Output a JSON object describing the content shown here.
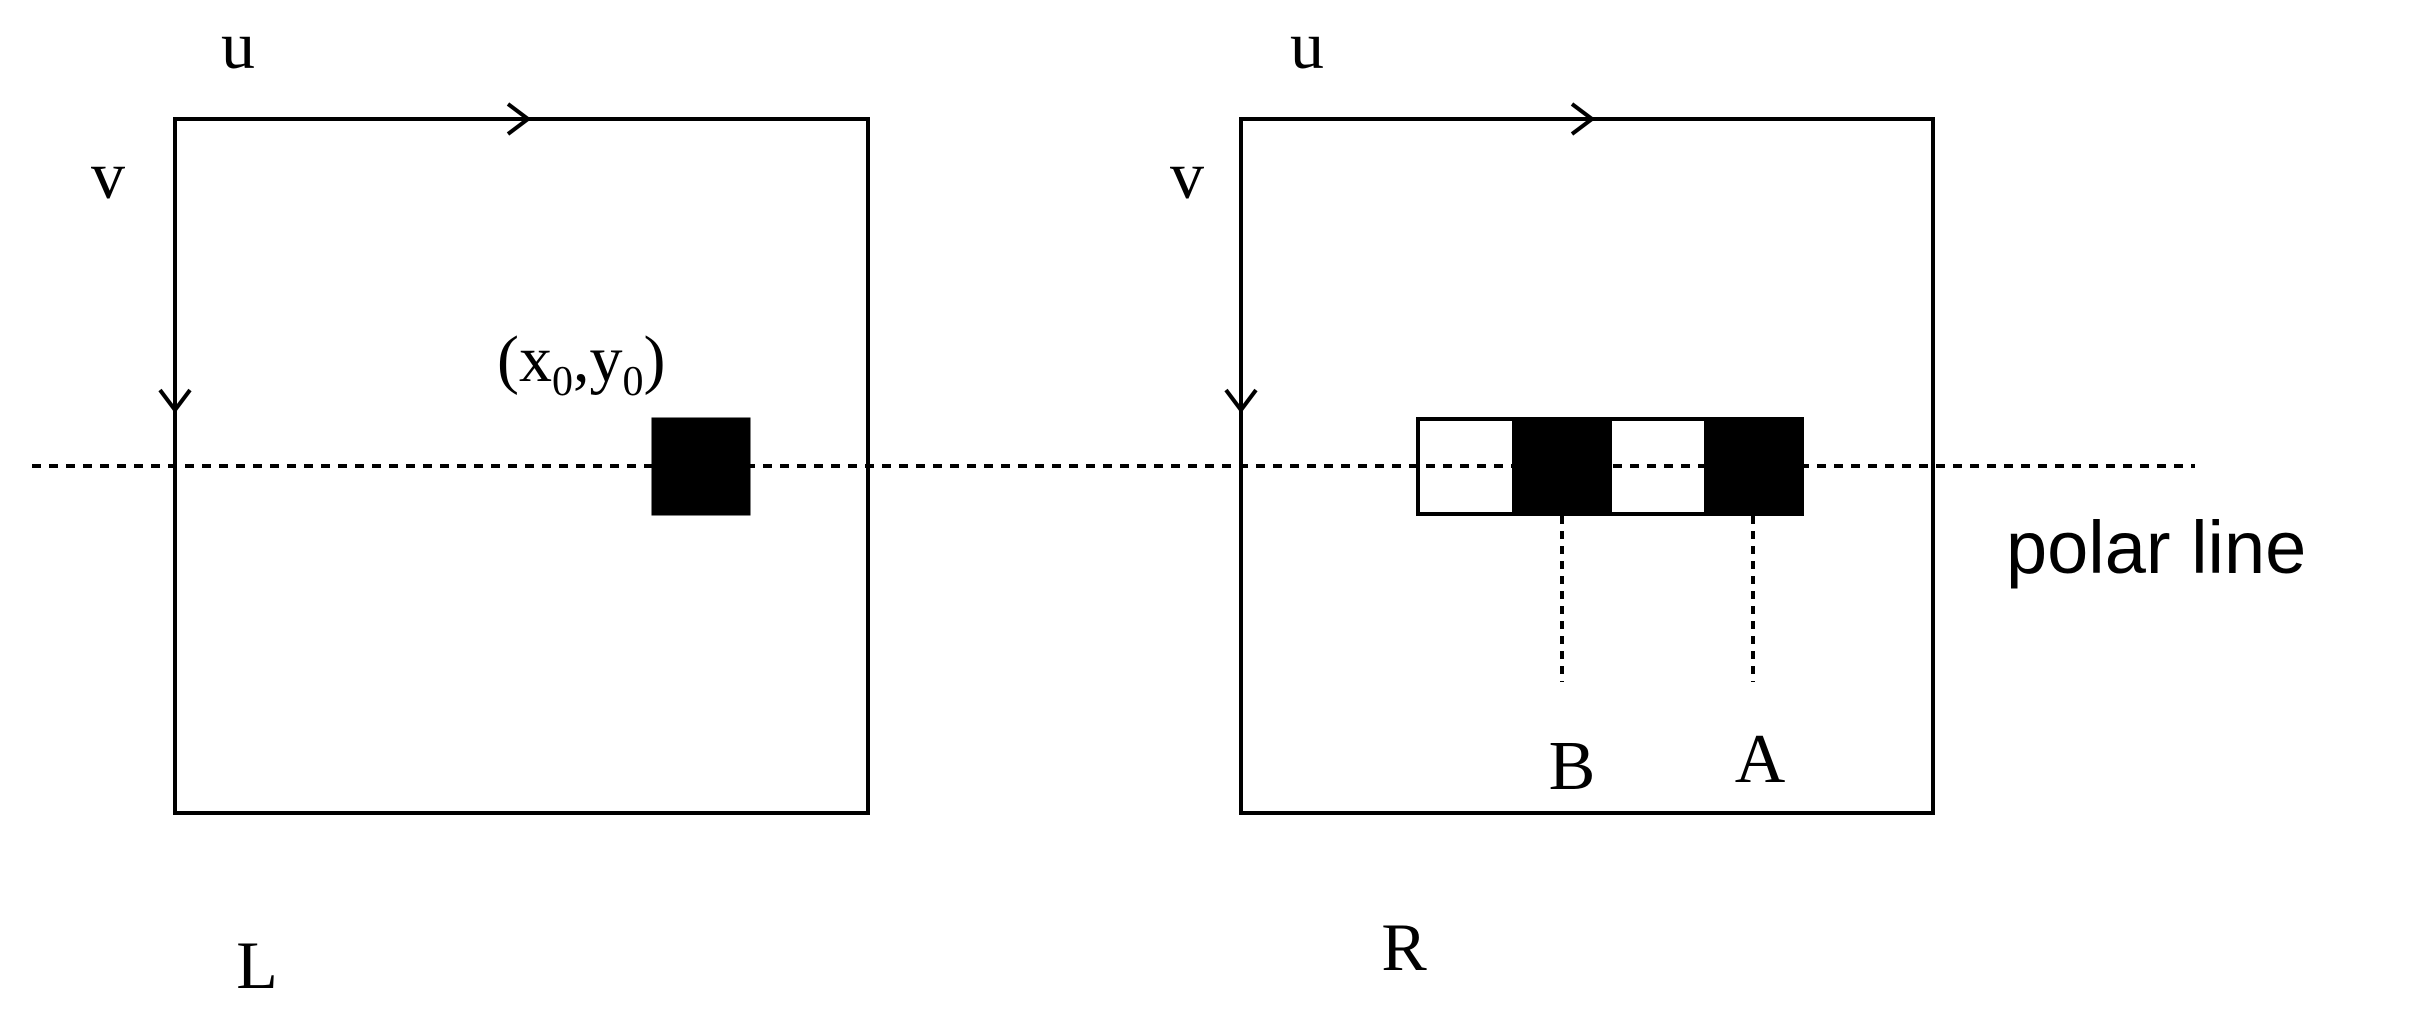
{
  "colors": {
    "stroke": "#000000",
    "fill_dark": "#000000",
    "fill_light": "#ffffff",
    "background": "#ffffff"
  },
  "left_image": {
    "axis_u": "u",
    "axis_v": "v",
    "name": "L",
    "point_label": {
      "open": "(x",
      "sub0": "0",
      "mid": ",y",
      "sub1": "0",
      "close": ")"
    }
  },
  "right_image": {
    "axis_u": "u",
    "axis_v": "v",
    "name": "R",
    "candidate_b": "B",
    "candidate_a": "A",
    "strip_pattern": [
      "light",
      "dark",
      "light",
      "dark"
    ]
  },
  "polar_line_label": "polar line"
}
